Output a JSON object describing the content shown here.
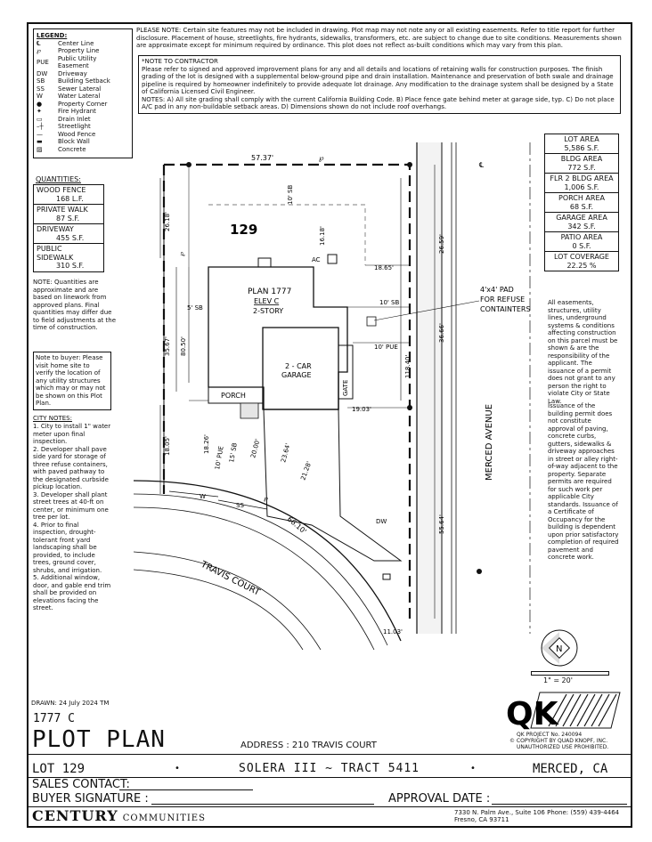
{
  "please_note": "PLEASE NOTE: Certain site features may not be included in drawing. Plot map may not note any or all existing easements. Refer to title report for further disclosure. Placement of house, streetlights, fire hydrants, sidewalks, transformers, etc. are subject to change due to site conditions. Measurements shown are approximate except for minimum required by ordinance. This plot does not reflect as-built conditions which may vary from this plan.",
  "contractor_note": {
    "heading": "*NOTE TO CONTRACTOR",
    "text": "Please refer to signed and approved improvement plans for any and all details and locations of retaining walls for construction purposes. The finish grading of the lot is designed with a supplemental below-ground pipe and drain installation. Maintenance and preservation of both swale and drainage pipeline is required by homeowner indefinitely to provide adequate lot drainage. Any modification to the drainage system shall be designed by a State of California Licensed Civil Engineer.",
    "notes": "NOTES: A) All site grading shall comply with the current California Building Code. B) Place fence gate behind meter at garage side, typ. C) Do not place A/C pad in any non-buildable setback areas. D) Dimensions shown do not include roof overhangs."
  },
  "legend": {
    "title": "LEGEND:",
    "items": [
      {
        "sym": "℄",
        "label": "Center Line"
      },
      {
        "sym": "℘",
        "label": "Property Line"
      },
      {
        "sym": "PUE",
        "label": "Public Utility Easement"
      },
      {
        "sym": "DW",
        "label": "Driveway"
      },
      {
        "sym": "SB",
        "label": "Building Setback"
      },
      {
        "sym": "SS",
        "label": "Sewer Lateral"
      },
      {
        "sym": "W",
        "label": "Water Lateral"
      },
      {
        "sym": "●",
        "label": "Property Corner"
      },
      {
        "sym": "✦",
        "label": "Fire Hydrant"
      },
      {
        "sym": "▭",
        "label": "Drain Inlet"
      },
      {
        "sym": "–┼",
        "label": "Streetlight"
      },
      {
        "sym": "—",
        "label": "Wood Fence"
      },
      {
        "sym": "▬",
        "label": "Block Wall"
      },
      {
        "sym": "▨",
        "label": "Concrete"
      }
    ]
  },
  "quantities": {
    "title": "QUANTITIES:",
    "items": [
      {
        "label": "WOOD FENCE",
        "value": "168 L.F."
      },
      {
        "label": "PRIVATE WALK",
        "value": "87 S.F."
      },
      {
        "label": "DRIVEWAY",
        "value": "455 S.F."
      },
      {
        "label": "PUBLIC SIDEWALK",
        "value": "310 S.F."
      }
    ],
    "note": "NOTE: Quantities are approximate and are based on linework from approved plans. Final quantities may differ due to field adjustments at the time of construction."
  },
  "buyer_note": "Note to buyer: Please visit home site to verify the location of any utility structures which may or may not be shown on this Plot Plan.",
  "city_notes": {
    "title": "CITY NOTES:",
    "items": [
      "1. City to install 1\" water meter upon final inspection.",
      "2. Developer shall pave side yard for storage of three refuse containers, with paved pathway to the designated curbside pickup location.",
      "3. Developer shall plant street trees at 40-ft on center, or minimum one tree per lot.",
      "4. Prior to final inspection, drought-tolerant front yard landscaping shall be provided, to include trees, ground cover, shrubs, and irrigation.",
      "5. Additional window, door, and gable end trim shall be provided on elevations facing the street."
    ]
  },
  "stats": [
    {
      "label": "LOT AREA",
      "value": "5,586 S.F."
    },
    {
      "label": "BLDG AREA",
      "value": "772 S.F."
    },
    {
      "label": "FLR 2 BLDG AREA",
      "value": "1,006 S.F."
    },
    {
      "label": "PORCH AREA",
      "value": "68 S.F."
    },
    {
      "label": "GARAGE AREA",
      "value": "342 S.F."
    },
    {
      "label": "PATIO AREA",
      "value": "0 S.F."
    },
    {
      "label": "LOT COVERAGE",
      "value": "22.25 %"
    }
  ],
  "easement_note": "All easements, structures, utility lines, underground systems & conditions affecting construction on this parcel must be shown & are the responsibility of the applicant. The issuance of a permit does not grant to any person the right to violate City or State Law.",
  "permit_note": "Issuance of the building permit does not constitute approval of paving, concrete curbs, gutters, sidewalks & driveway approaches in street or alley right-of-way adjacent to the property. Separate permits are required for such work per applicable City standards. Issuance of a Certificate of Occupancy for the building is dependent upon prior satisfactory completion of required pavement and concrete work.",
  "plan": {
    "lot_number": "129",
    "plan_name": "PLAN 1777",
    "elevation": "ELEV C",
    "stories": "2-STORY",
    "garage": "2 - CAR",
    "garage2": "GARAGE",
    "porch": "PORCH",
    "gate": "GATE",
    "ac": "AC",
    "dw": "DW",
    "pad_note_1": "4'x4' PAD",
    "pad_note_2": "FOR REFUSE",
    "pad_note_3": "CONTAINTERS",
    "street_1": "MERCED AVENUE",
    "street_2": "TRAVIS COURT",
    "dims": {
      "top": "57.37'",
      "top_sb": "10' SB",
      "left_top": "26.18'",
      "d1618": "16.18'",
      "d1865": "18.65'",
      "sb5": "5' SB",
      "d3567": "35.67'",
      "d8050": "80.50'",
      "sb10": "10' SB",
      "pue10": "10' PUE",
      "d11840": "118.40'",
      "d3666": "36.66'",
      "d2659": "26.59'",
      "d1903": "19.03'",
      "d1805": "18.05'",
      "d1826": "18.26'",
      "pue10b": "10' PUE",
      "sb15": "15' SB",
      "d2000": "20.00'",
      "d2364": "23.64'",
      "d2128": "21.28'",
      "d6610": "66.10'",
      "d5564": "55.64'",
      "d1103": "11.03'",
      "w": "W",
      "ss": "SS",
      "pl1": "℘",
      "pl2": "℘",
      "pl3": "℘",
      "cl": "℄"
    }
  },
  "north": "N",
  "scale": "1\" = 20'",
  "drawn": "DRAWN: 24 July 2024 TM",
  "plan_code": "1777 C",
  "title": "PLOT PLAN",
  "address": "ADDRESS : 210 TRAVIS COURT",
  "qk": {
    "logo": "QK",
    "project": "QK PROJECT No. 240094",
    "copyright": "© COPYRIGHT BY QUAD KNOPF, INC.",
    "unauth": "UNAUTHORIZED USE PROHIBITED."
  },
  "footer": {
    "lot": "LOT 129",
    "tract": "SOLERA III ~ TRACT 5411",
    "city": "MERCED, CA",
    "sales_contact": "SALES CONTACT:",
    "buyer_signature": "BUYER SIGNATURE :",
    "approval_date": "APPROVAL DATE :",
    "company": "CENTURY",
    "company2": "COMMUNITIES",
    "address1": "7330 N. Palm Ave., Suite 106   Phone: (559) 439-4464",
    "address2": "Fresno, CA  93711"
  }
}
